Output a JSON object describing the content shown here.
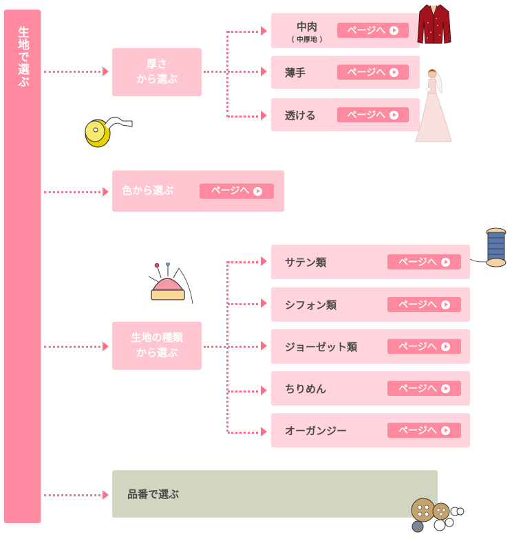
{
  "sidebar": {
    "title": "生地で選ぶ"
  },
  "categories": {
    "thickness": {
      "line1": "厚さ",
      "line2": "から選ぶ"
    },
    "color": {
      "label": "色から選ぶ"
    },
    "fabric_type": {
      "line1": "生地の種類",
      "line2": "から選ぶ"
    },
    "product_no": {
      "label": "品番で選ぶ"
    }
  },
  "thickness_items": [
    {
      "label": "中肉",
      "sub": "（ 中厚地 ）"
    },
    {
      "label": "薄手"
    },
    {
      "label": "透ける"
    }
  ],
  "fabric_items": [
    {
      "label": "サテン類"
    },
    {
      "label": "シフォン類"
    },
    {
      "label": "ジョーゼット類"
    },
    {
      "label": "ちりめん"
    },
    {
      "label": "オーガンジー"
    }
  ],
  "button_label": "ページへ",
  "colors": {
    "sidebar": "#ff8aa0",
    "category": "#ffc6d1",
    "item": "#ffd4dc",
    "grey": "#d2d5bf",
    "dots": "#ff6f8c"
  },
  "icons": [
    "tape-measure-icon",
    "jacket-icon",
    "bride-icon",
    "pincushion-icon",
    "thread-spool-icon",
    "buttons-icon"
  ]
}
